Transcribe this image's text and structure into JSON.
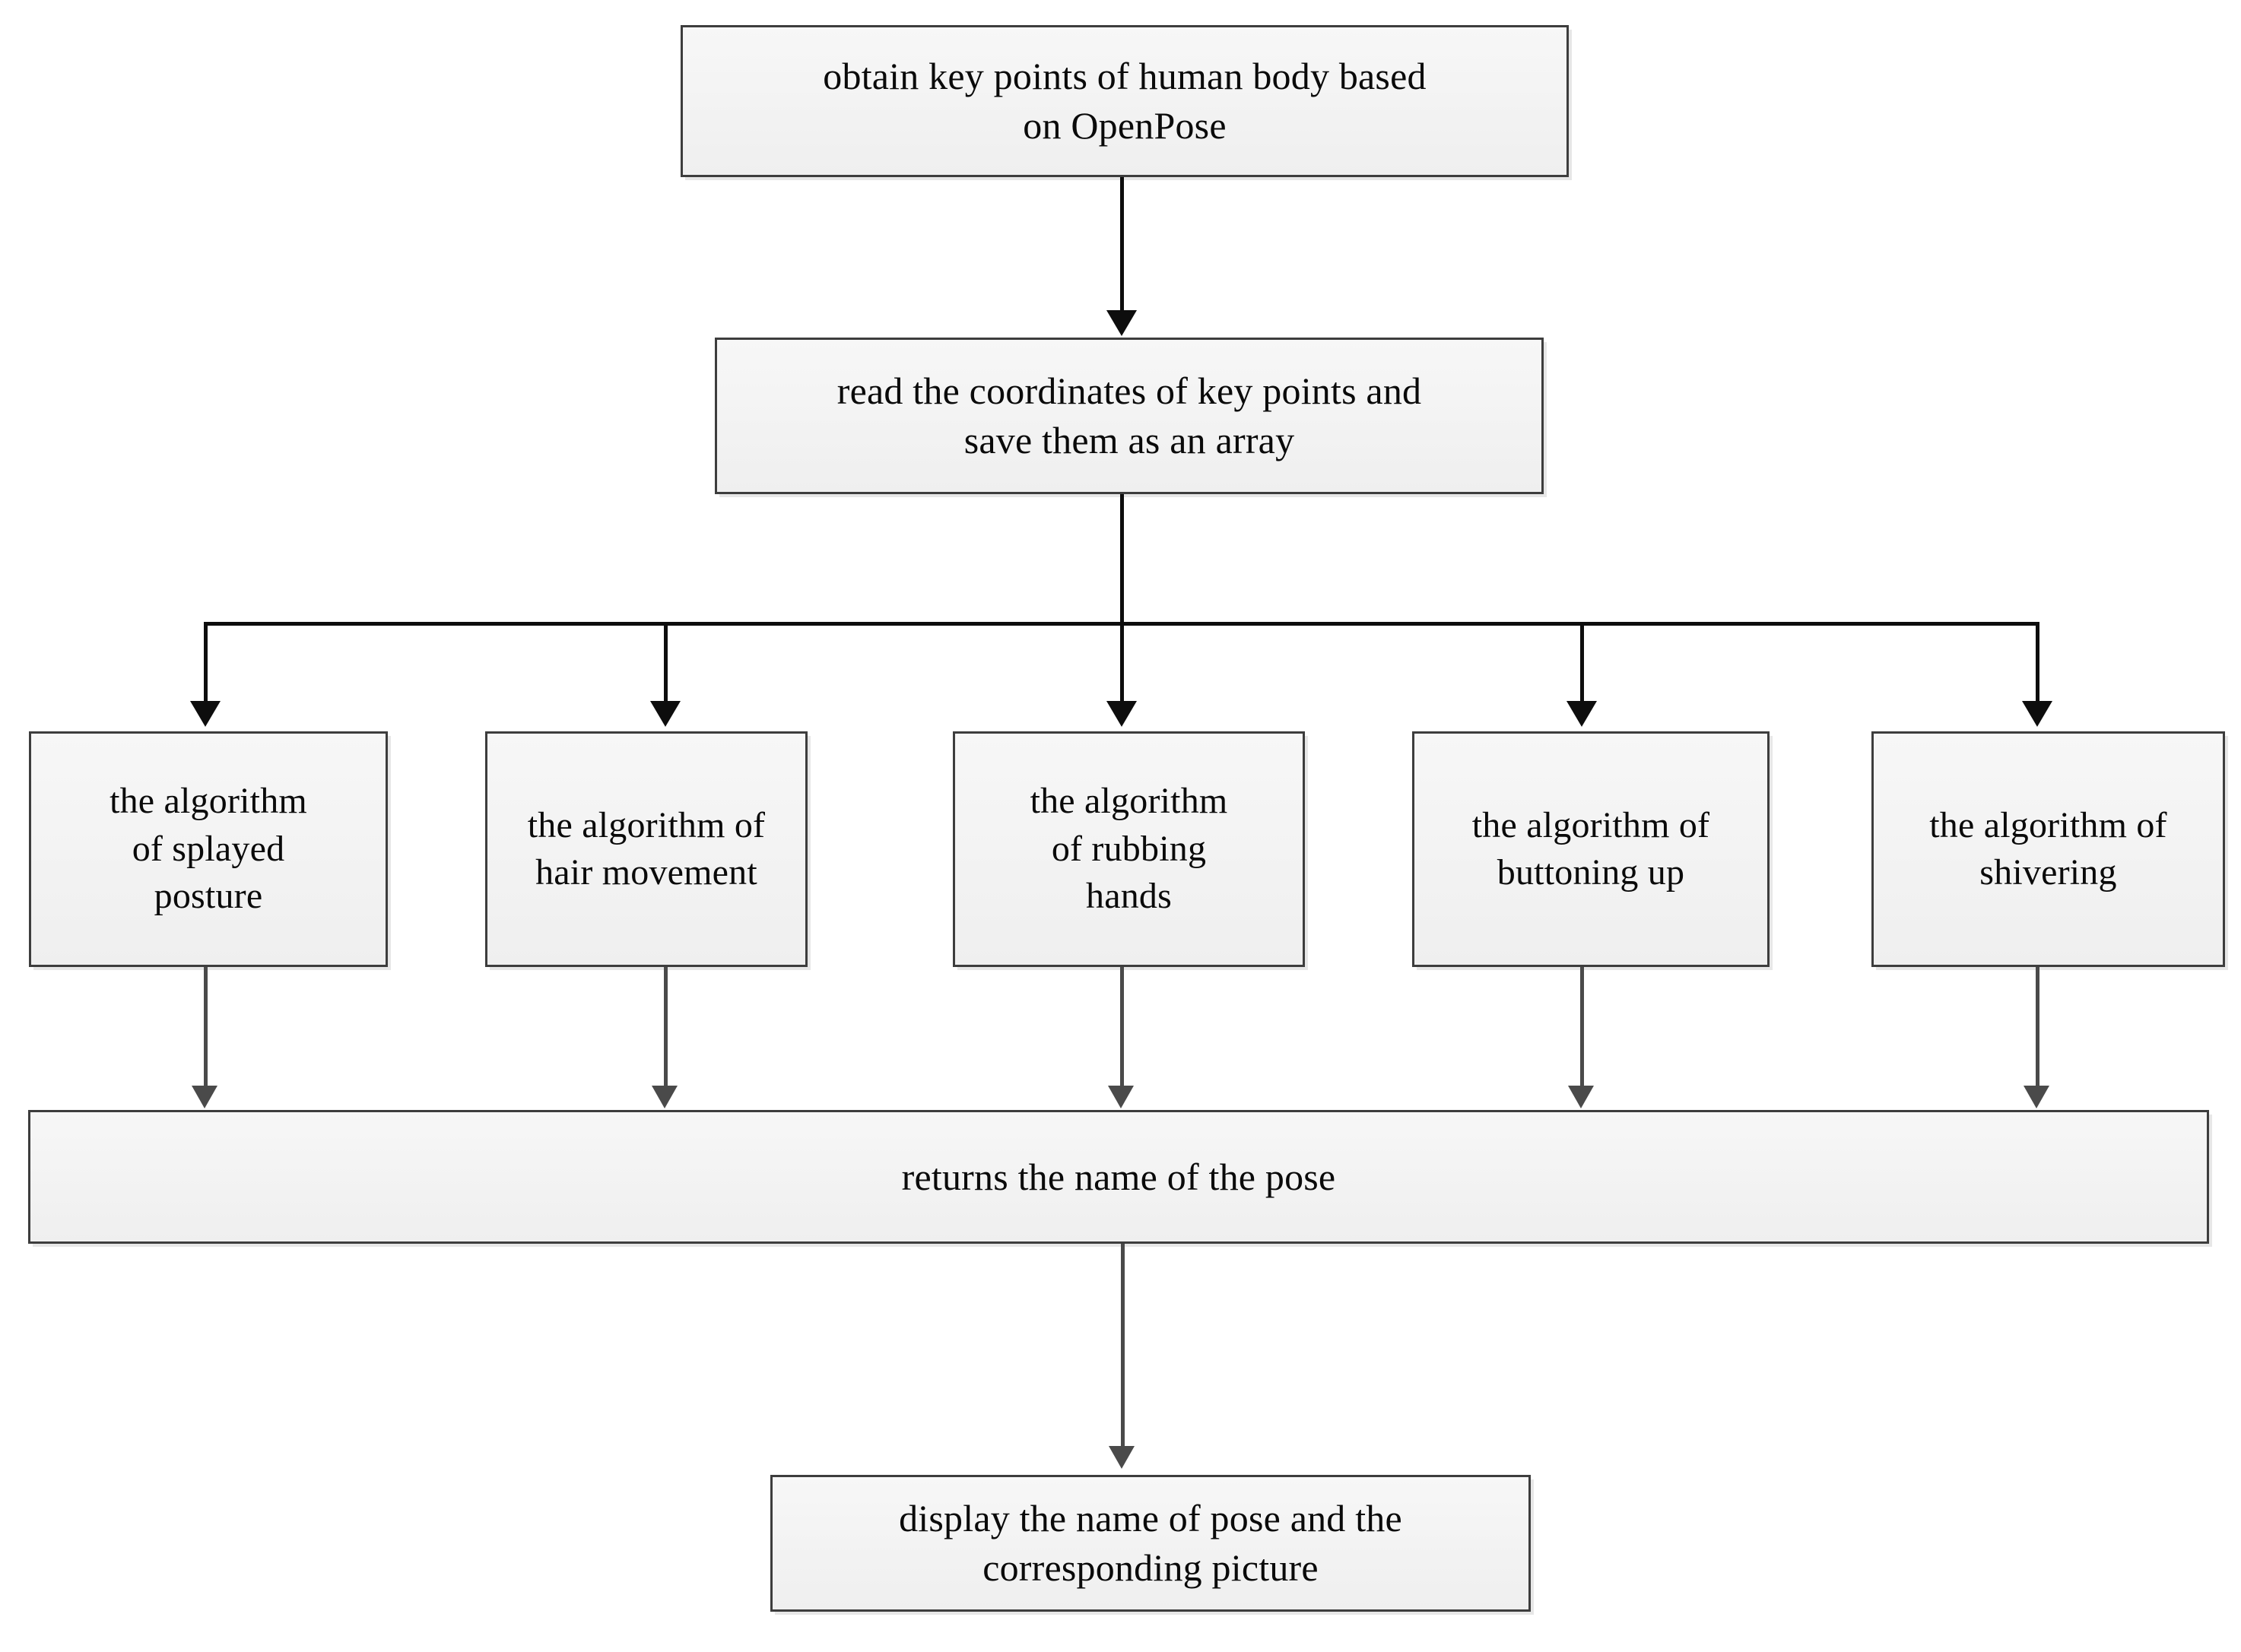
{
  "diagram": {
    "title": "pose recognition flowchart",
    "colors": {
      "node_fill": "#f2f2f2",
      "node_border": "#3d3d3d",
      "connector": "#0d0d0d",
      "connector_secondary": "#4a4a4a",
      "text": "#0a0a0a",
      "background": "#ffffff"
    },
    "nodes": {
      "openpose": "obtain key points of human body based\non OpenPose",
      "read_coords": "read the coordinates of key points and\nsave them as an array",
      "returns": "returns the name of the pose",
      "display": "display the name of pose and the\ncorresponding picture"
    },
    "algorithms": [
      {
        "id": "splayed-posture",
        "label": "the algorithm\nof  splayed\nposture"
      },
      {
        "id": "hair-movement",
        "label": "the algorithm of\nhair movement"
      },
      {
        "id": "rubbing-hands",
        "label": "the algorithm\nof rubbing\nhands"
      },
      {
        "id": "buttoning-up",
        "label": "the algorithm of\nbuttoning up"
      },
      {
        "id": "shivering",
        "label": "the algorithm of\nshivering"
      }
    ]
  }
}
